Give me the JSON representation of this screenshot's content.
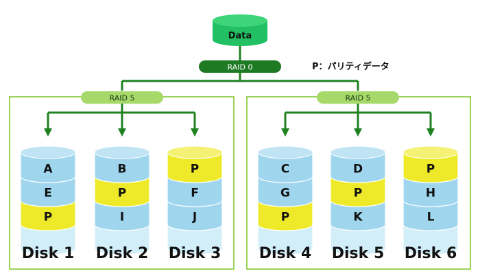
{
  "legend": "P：パリティデータ",
  "data_label": "Data",
  "raid0_label": "RAID 0",
  "groups": [
    {
      "raid_label": "RAID 5",
      "disks": [
        {
          "name": "Disk 1",
          "blocks": [
            {
              "label": "A",
              "parity": false
            },
            {
              "label": "E",
              "parity": false
            },
            {
              "label": "P",
              "parity": true
            }
          ]
        },
        {
          "name": "Disk 2",
          "blocks": [
            {
              "label": "B",
              "parity": false
            },
            {
              "label": "P",
              "parity": true
            },
            {
              "label": "I",
              "parity": false
            }
          ]
        },
        {
          "name": "Disk 3",
          "blocks": [
            {
              "label": "P",
              "parity": true
            },
            {
              "label": "F",
              "parity": false
            },
            {
              "label": "J",
              "parity": false
            }
          ]
        }
      ]
    },
    {
      "raid_label": "RAID 5",
      "disks": [
        {
          "name": "Disk 4",
          "blocks": [
            {
              "label": "C",
              "parity": false
            },
            {
              "label": "G",
              "parity": false
            },
            {
              "label": "P",
              "parity": true
            }
          ]
        },
        {
          "name": "Disk 5",
          "blocks": [
            {
              "label": "D",
              "parity": false
            },
            {
              "label": "P",
              "parity": true
            },
            {
              "label": "K",
              "parity": false
            }
          ]
        },
        {
          "name": "Disk 6",
          "blocks": [
            {
              "label": "P",
              "parity": true
            },
            {
              "label": "H",
              "parity": false
            },
            {
              "label": "L",
              "parity": false
            }
          ]
        }
      ]
    }
  ],
  "colors": {
    "data_block": "#9fd6ee",
    "parity_block": "#eeea2a",
    "empty_block": "#d2eef9",
    "arrow": "#1f8020",
    "raid0_pill": "#1f7a24",
    "raid5_pill": "#a6d96a",
    "group_border": "#9bd25a",
    "data_cylinder": "#22c063"
  }
}
